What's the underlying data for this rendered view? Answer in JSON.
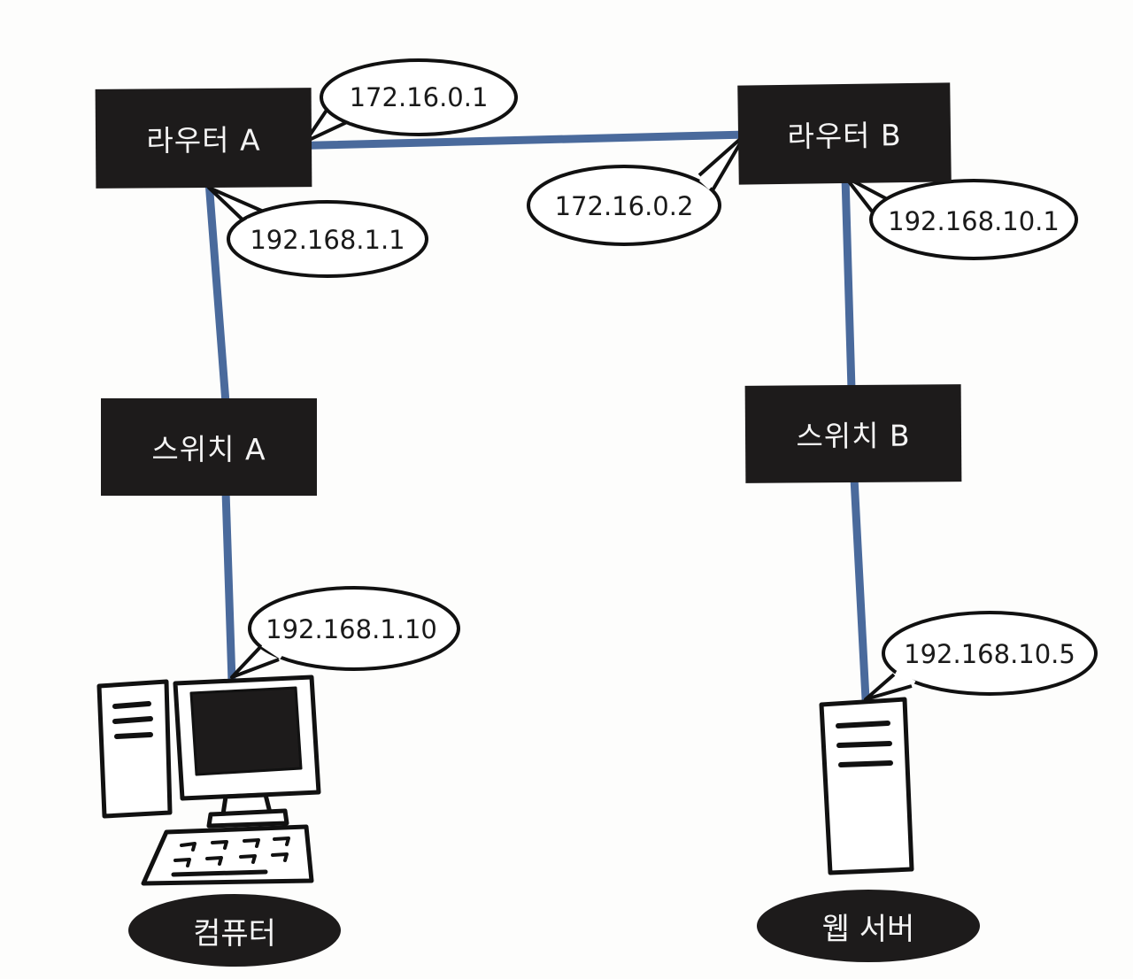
{
  "devices": {
    "router_a": "라우터 A",
    "router_b": "라우터 B",
    "switch_a": "스위치 A",
    "switch_b": "스위치 B",
    "computer": "컴퓨터",
    "web_server": "웹 서버"
  },
  "addresses": {
    "router_a_wan": "172.16.0.1",
    "router_a_lan": "192.168.1.1",
    "router_b_wan": "172.16.0.2",
    "router_b_lan": "192.168.10.1",
    "computer": "192.168.1.10",
    "web_server": "192.168.10.5"
  },
  "colors": {
    "link": "#4a6a9c",
    "device_fill": "#1d1b1b",
    "device_text": "#f4f4f4"
  }
}
